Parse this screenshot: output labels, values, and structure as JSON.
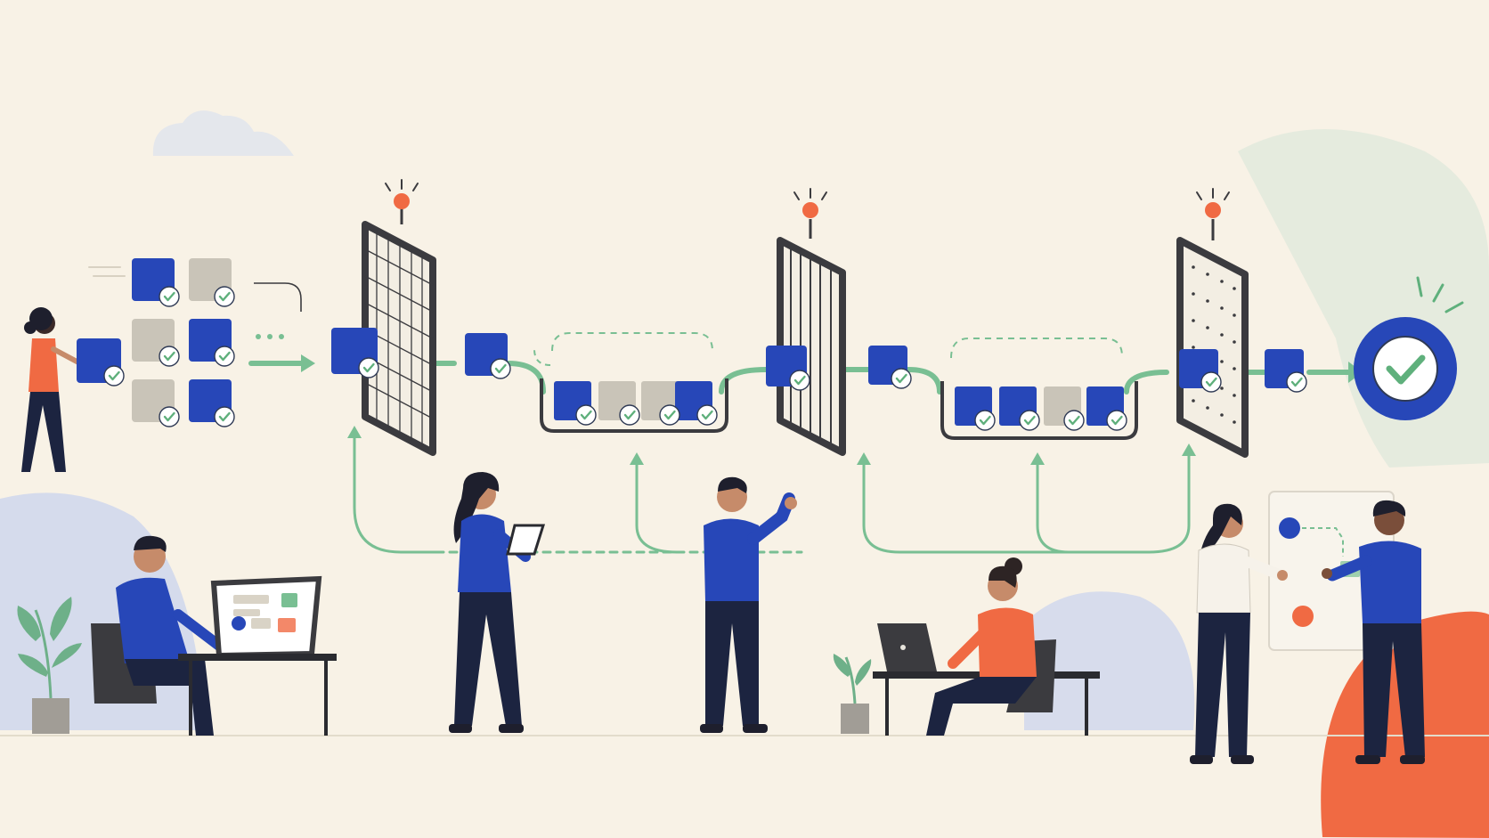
{
  "scene": {
    "title": "",
    "description": ""
  },
  "colors": {
    "background": "#f8f2e6",
    "cube_blue": "#2747b8",
    "cube_gray": "#c9c4b8",
    "check_green": "#5fb07c",
    "flow_green": "#79bf93",
    "accent_orange": "#f06a43",
    "frame_dark": "#3b3b3f",
    "cloud": "#dfe3ee",
    "blob_blue": "#c9d3ee",
    "blob_green": "#e0e9dc"
  },
  "icons": {
    "input_cubes": [
      "blue",
      "gray",
      "gray",
      "blue",
      "gray",
      "blue"
    ],
    "gates": [
      {
        "pattern": "grid",
        "signal": "orange"
      },
      {
        "pattern": "vertical-lines",
        "signal": "orange"
      },
      {
        "pattern": "dots",
        "signal": "orange"
      }
    ],
    "buffer_1": [
      "blue",
      "gray",
      "gray",
      "blue"
    ],
    "buffer_2": [
      "blue",
      "blue",
      "gray",
      "blue"
    ],
    "final": "check-badge"
  },
  "people": [
    "carrier",
    "laptop-worker",
    "tablet-reviewer",
    "pointing-analyst",
    "desk-worker",
    "presenter-1",
    "presenter-2"
  ]
}
